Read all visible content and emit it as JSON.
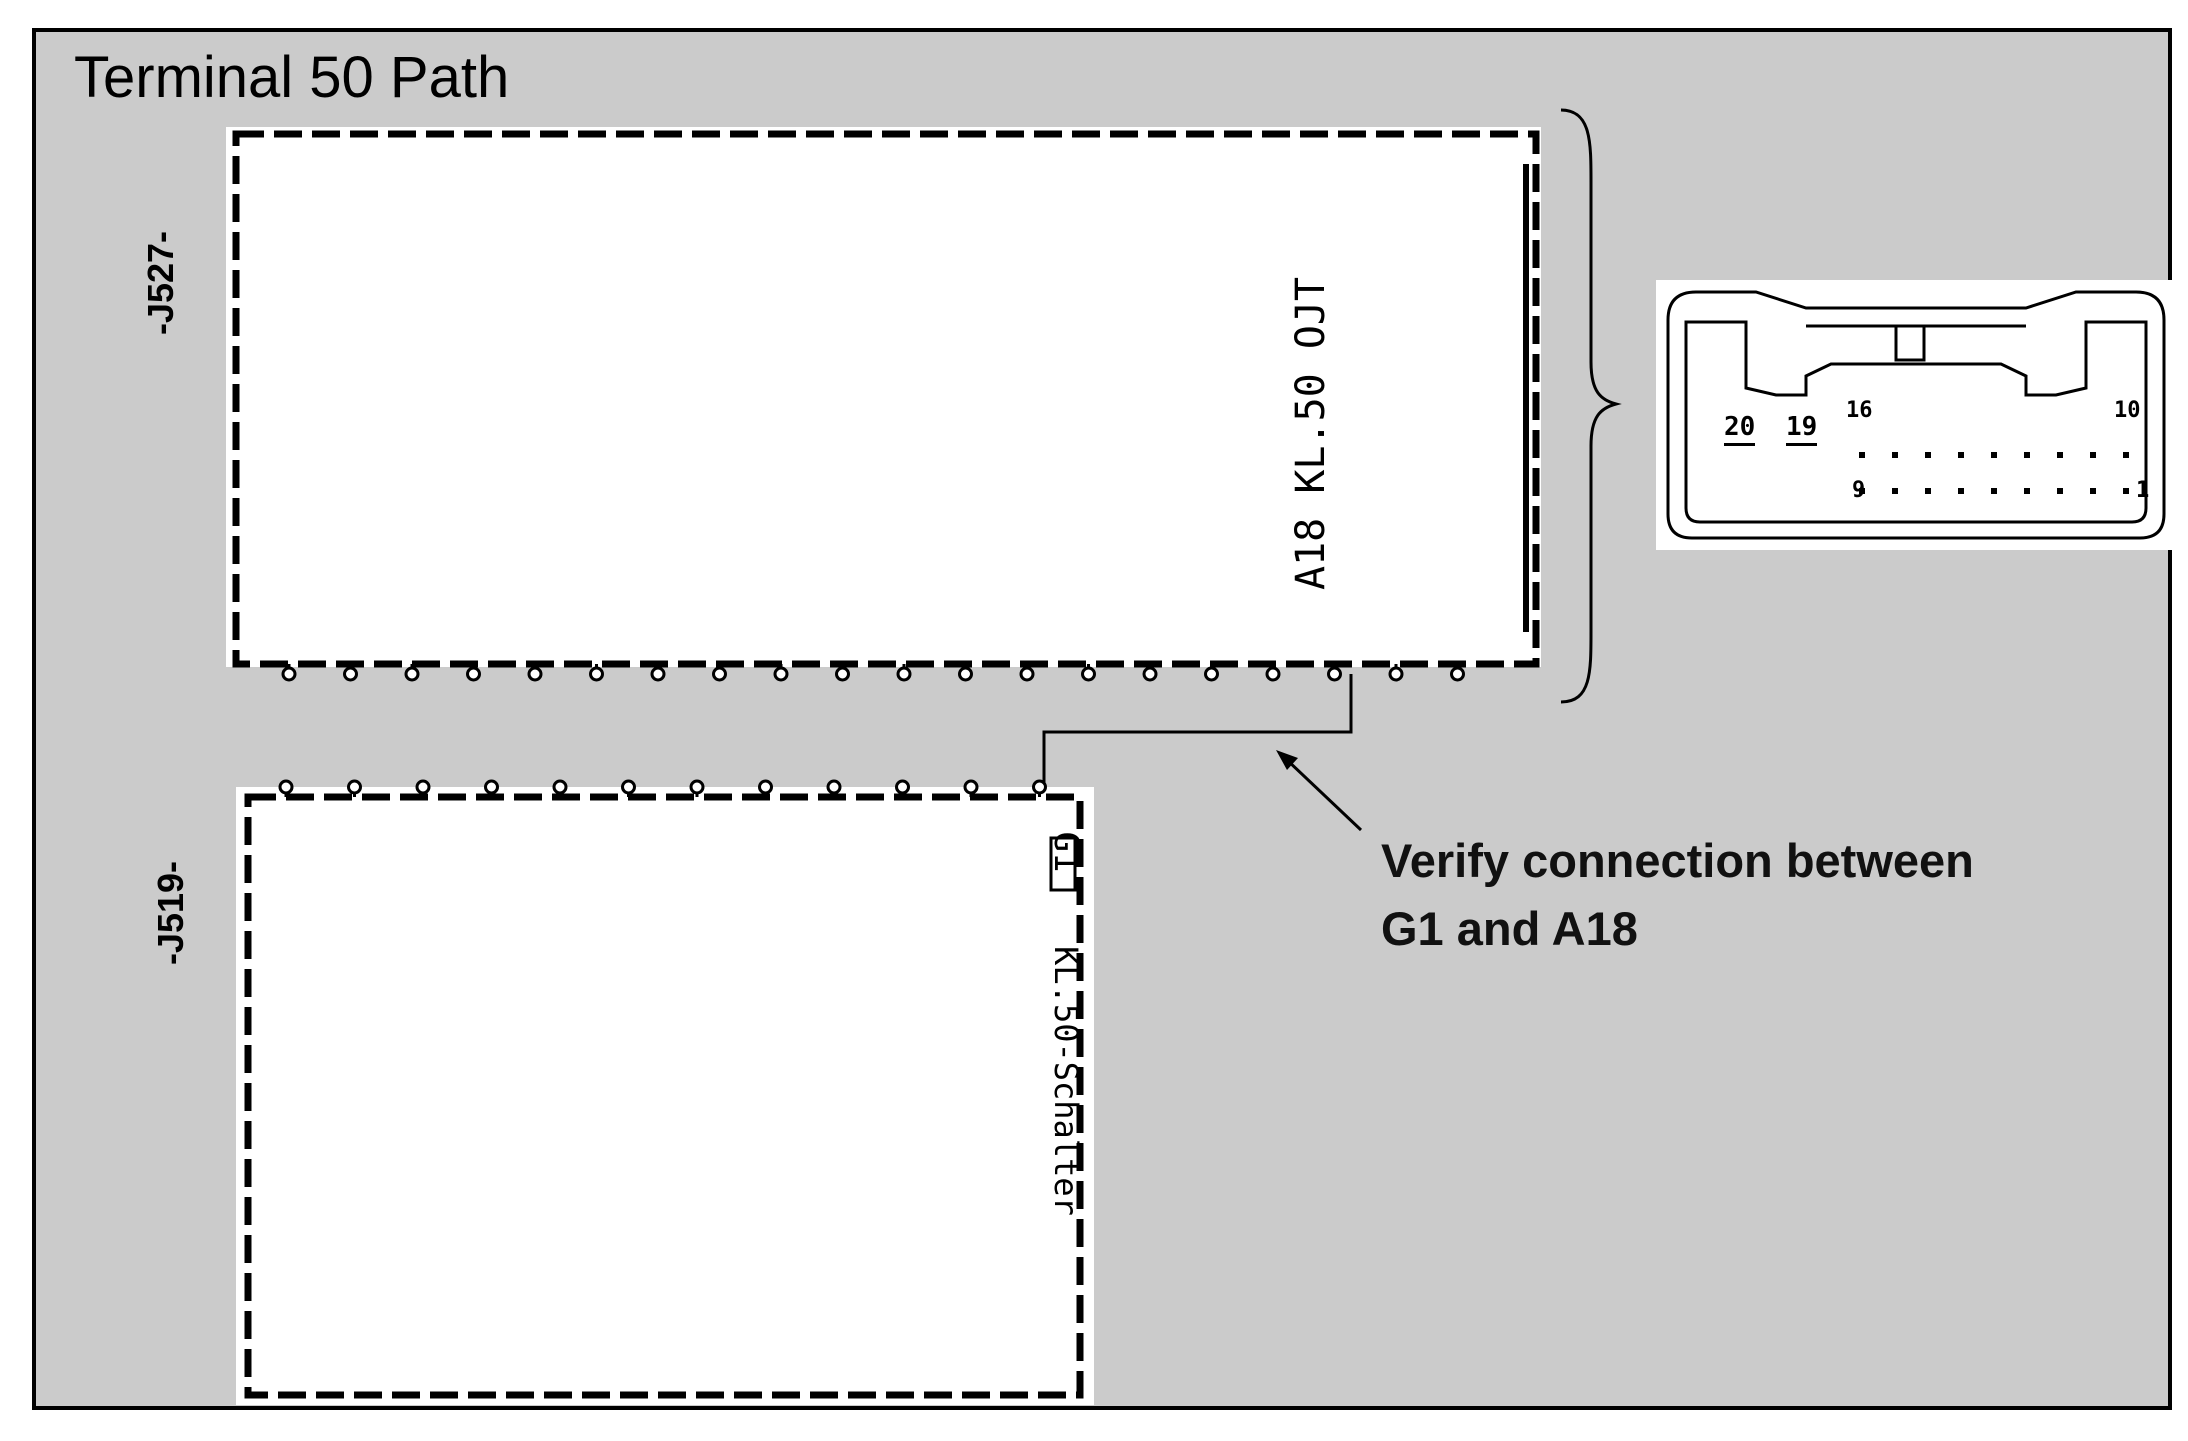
{
  "title": "Terminal 50 Path",
  "modules": {
    "upper": {
      "label": "-J527-",
      "pin_label": "A18 KL.50 OJT"
    },
    "lower": {
      "label": "-J519-",
      "pin_id": "G1",
      "pin_label": "KL.50-Schalter"
    }
  },
  "annotation": {
    "line1": "Verify connection between",
    "line2": "G1 and A18"
  },
  "connector": {
    "pins": {
      "p20": "20",
      "p19": "19",
      "p16": "16",
      "p10": "10",
      "p9": "9",
      "p1": "1"
    }
  }
}
